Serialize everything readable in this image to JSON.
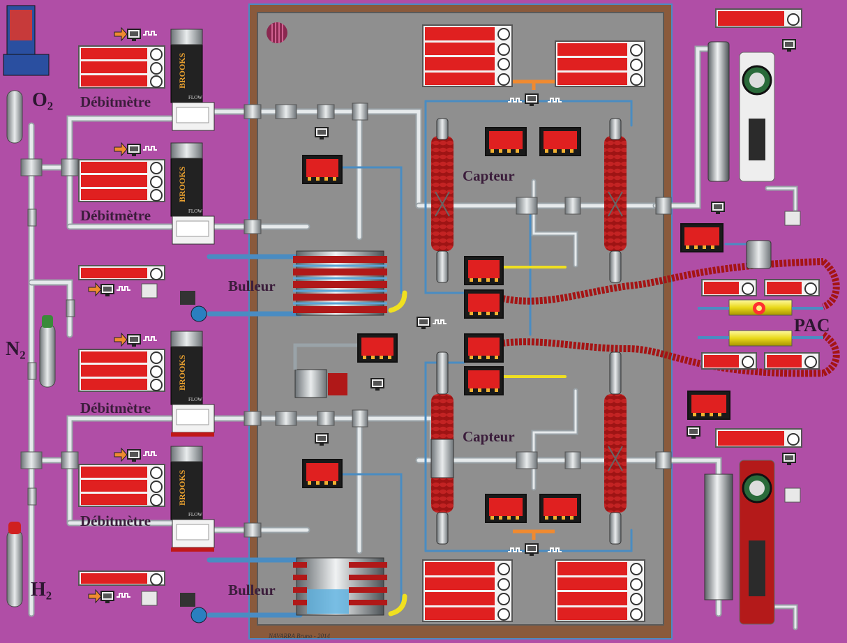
{
  "labels": {
    "o2": "O₂",
    "n2": "N₂",
    "h2": "H₂",
    "debitmetre": "Débitmètre",
    "bulleur": "Bulleur",
    "capteur": "Capteur",
    "pac": "PAC",
    "brand": "BROOKS",
    "flow": "FLOW",
    "footer": "NAVARRA Bruno - 2014"
  },
  "colors": {
    "background": "#b04ea6",
    "panel": "#8e8e8e",
    "panel_border": "#8a5a3c",
    "display_red": "#e02020",
    "pipe": "#cfd6d9",
    "pipe_blue": "#5aa5d8",
    "coil_red": "#b01818",
    "yellow": "#f0e020"
  },
  "icons": [
    "gauge-icon",
    "monitor-icon",
    "signal-icon",
    "arrow-icon",
    "cylinder-icon",
    "valve-icon",
    "thermometer-icon"
  ]
}
